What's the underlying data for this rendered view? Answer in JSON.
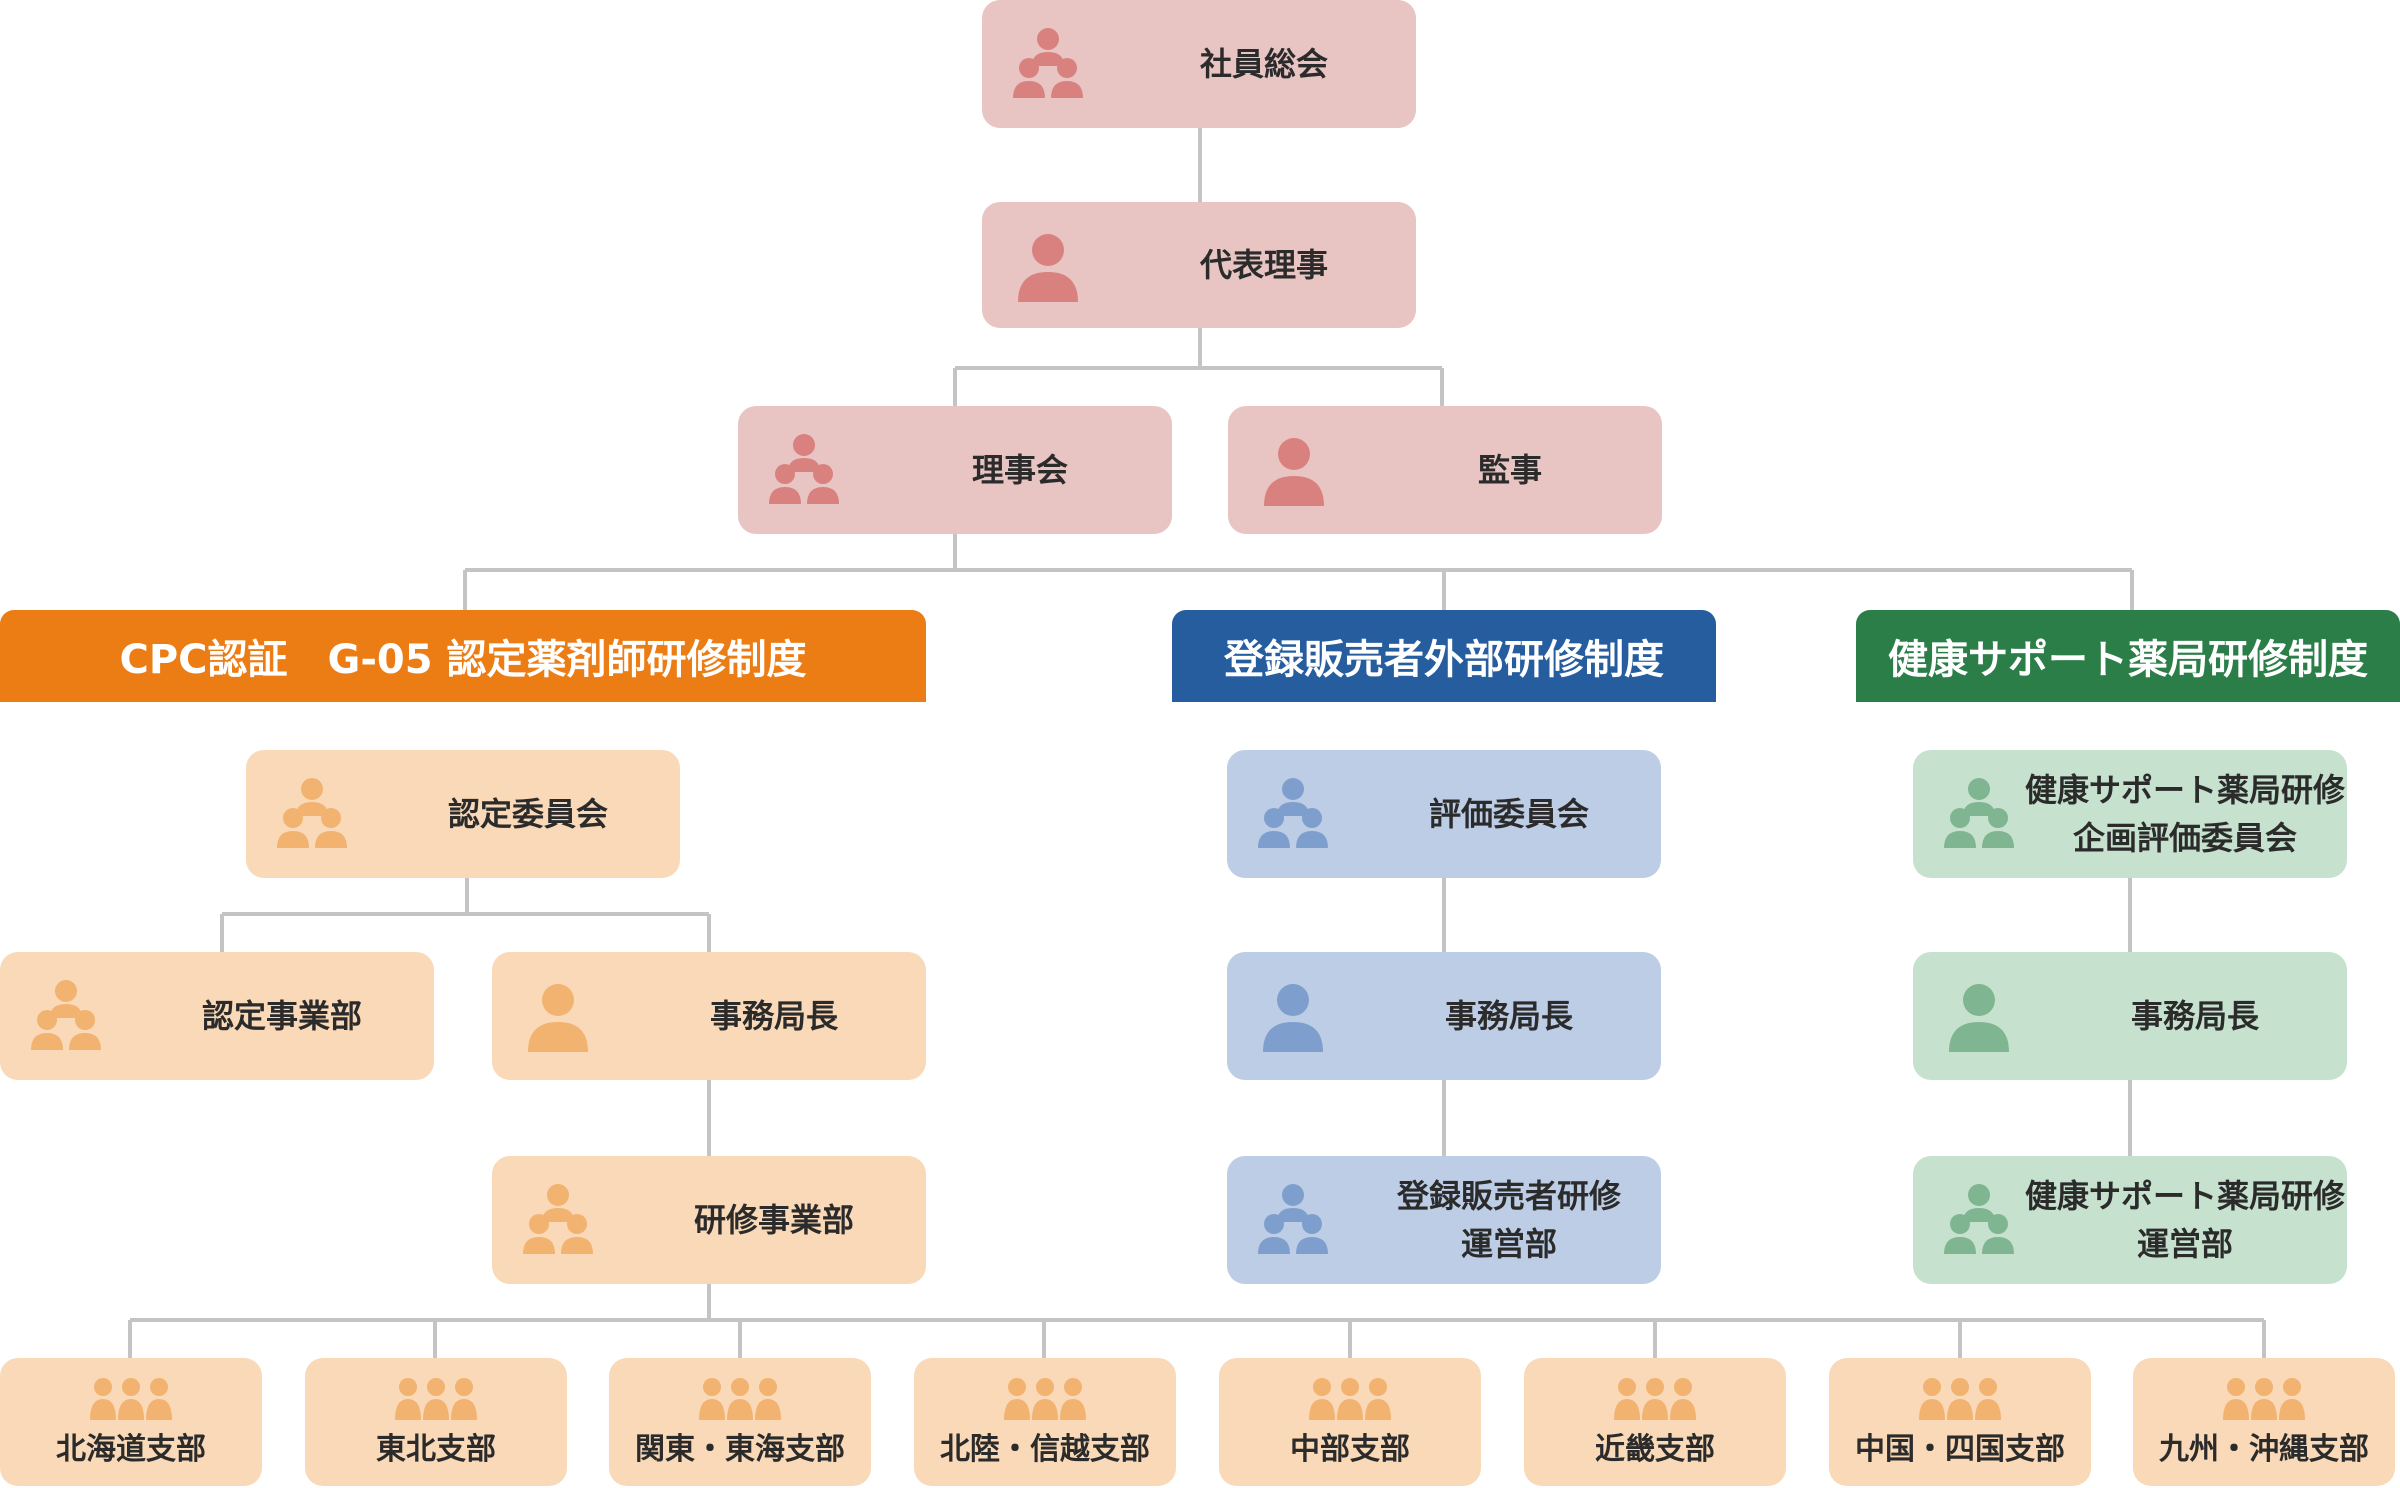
{
  "colors": {
    "line": "#c4c4c4",
    "pink_box": "#e8c4c3",
    "pink_icon": "#d9817e",
    "orange_box": "#f9d9b7",
    "orange_icon": "#f2b270",
    "blue_box": "#bccde5",
    "blue_icon": "#7e9fcd",
    "green_box": "#c6e1ce",
    "green_icon": "#7fb590",
    "banner_cpc": "#ec7c14",
    "banner_register": "#255d9f",
    "banner_health": "#2b7e48"
  },
  "top": {
    "general_meeting": "社員総会",
    "representative": "代表理事",
    "board": "理事会",
    "auditor": "監事"
  },
  "banners": {
    "cpc": "CPC認証　G-05 認定薬剤師研修制度",
    "register": "登録販売者外部研修制度",
    "health": "健康サポート薬局研修制度"
  },
  "cpc": {
    "committee": "認定委員会",
    "certification_dept": "認定事業部",
    "secretary_general": "事務局長",
    "training_dept": "研修事業部"
  },
  "register": {
    "committee": "評価委員会",
    "secretary_general": "事務局長",
    "ops_line1": "登録販売者研修",
    "ops_line2": "運営部"
  },
  "health": {
    "committee_line1": "健康サポート薬局研修",
    "committee_line2": "企画評価委員会",
    "secretary_general": "事務局長",
    "ops_line1": "健康サポート薬局研修",
    "ops_line2": "運営部"
  },
  "branches": [
    "北海道支部",
    "東北支部",
    "関東・東海支部",
    "北陸・信越支部",
    "中部支部",
    "近畿支部",
    "中国・四国支部",
    "九州・沖縄支部"
  ]
}
